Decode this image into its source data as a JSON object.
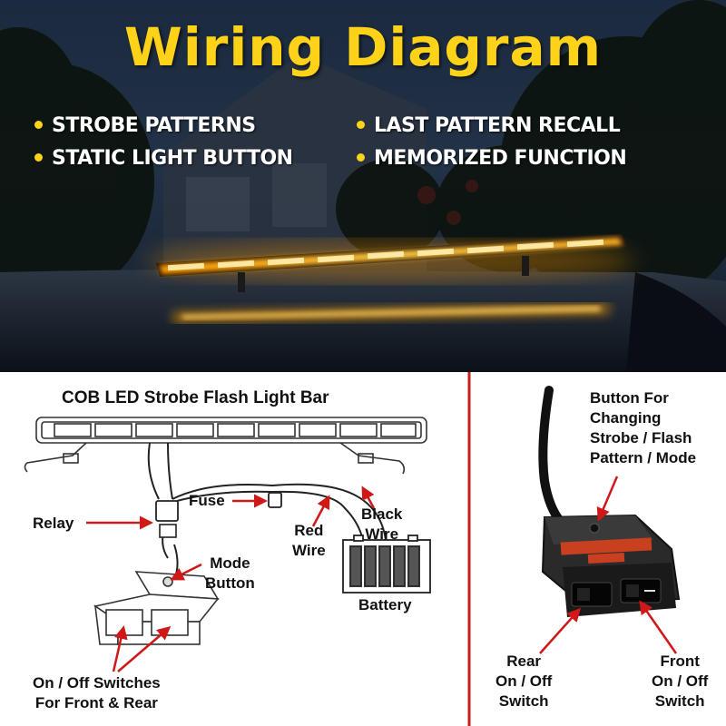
{
  "title": "Wiring Diagram",
  "features": [
    "STROBE PATTERNS",
    "STATIC LIGHT BUTTON",
    "LAST PATTERN RECALL",
    "MEMORIZED FUNCTION"
  ],
  "left_diagram": {
    "heading": "COB LED Strobe Flash Light Bar",
    "labels": {
      "fuse": "Fuse",
      "relay": "Relay",
      "red_wire": "Red\nWire",
      "black_wire": "Black\nWire",
      "mode_button": "Mode\nButton",
      "battery": "Battery",
      "switches": "On / Off Switches\nFor Front & Rear"
    }
  },
  "right_diagram": {
    "labels": {
      "button": "Button For\nChanging\nStrobe / Flash\nPattern / Mode",
      "rear_switch": "Rear\nOn / Off\nSwitch",
      "front_switch": "Front\nOn / Off\nSwitch"
    }
  },
  "colors": {
    "accent_yellow": "#ffd21a",
    "led_amber": "#ffb000",
    "callout_red": "#d01818",
    "divider_red": "#c8201e"
  }
}
